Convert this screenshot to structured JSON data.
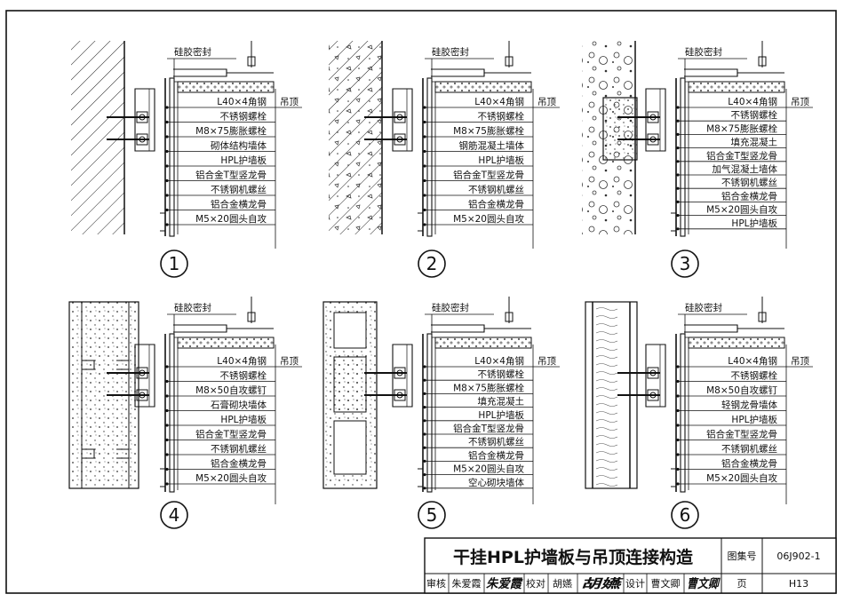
{
  "details": [
    {
      "number": "1",
      "sealant": "硅胶密封",
      "ceiling": "吊顶",
      "labels": [
        "L40×4角钢",
        "不锈钢螺栓",
        "M8×75膨胀螺栓",
        "砌体结构墙体",
        "HPL护墙板",
        "铝合金T型竖龙骨",
        "不锈钢机螺丝",
        "铝合金横龙骨",
        "M5×20圆头自攻"
      ]
    },
    {
      "number": "2",
      "sealant": "硅胶密封",
      "ceiling": "吊顶",
      "labels": [
        "L40×4角钢",
        "不锈钢螺栓",
        "M8×75膨胀螺栓",
        "钢筋混凝土墙体",
        "HPL护墙板",
        "铝合金T型竖龙骨",
        "不锈钢机螺丝",
        "铝合金横龙骨",
        "M5×20圆头自攻"
      ]
    },
    {
      "number": "3",
      "sealant": "硅胶密封",
      "ceiling": "吊顶",
      "labels": [
        "L40×4角钢",
        "不锈钢螺栓",
        "M8×75膨胀螺栓",
        "填充混凝土",
        "铝合金T型竖龙骨",
        "加气混凝土墙体",
        "不锈钢机螺丝",
        "铝合金横龙骨",
        "M5×20圆头自攻",
        "HPL护墙板"
      ]
    },
    {
      "number": "4",
      "sealant": "硅胶密封",
      "ceiling": "吊顶",
      "labels": [
        "L40×4角钢",
        "不锈钢螺栓",
        "M8×50自攻螺钉",
        "石膏砌块墙体",
        "HPL护墙板",
        "铝合金T型竖龙骨",
        "不锈钢机螺丝",
        "铝合金横龙骨",
        "M5×20圆头自攻"
      ]
    },
    {
      "number": "5",
      "sealant": "硅胶密封",
      "ceiling": "吊顶",
      "labels": [
        "L40×4角钢",
        "不锈钢螺栓",
        "M8×75膨胀螺栓",
        "填充混凝土",
        "HPL护墙板",
        "铝合金T型竖龙骨",
        "不锈钢机螺丝",
        "铝合金横龙骨",
        "M5×20圆头自攻",
        "空心砌块墙体"
      ]
    },
    {
      "number": "6",
      "sealant": "硅胶密封",
      "ceiling": "吊顶",
      "labels": [
        "L40×4角钢",
        "不锈钢螺栓",
        "M8×50自攻螺钉",
        "轻钢龙骨墙体",
        "HPL护墙板",
        "铝合金T型竖龙骨",
        "不锈钢机螺丝",
        "铝合金横龙骨",
        "M5×20圆头自攻"
      ]
    }
  ],
  "title_block": {
    "title": "干挂HPL护墙板与吊顶连接构造",
    "atlas_label": "图集号",
    "atlas_no": "06J902-1",
    "review_label": "审核",
    "reviewer": "朱爱霞",
    "reviewer_sig": "朱爱霞",
    "check_label": "校对",
    "checker": "胡嬿",
    "checker_sig": "胡嬿",
    "design_label": "设计",
    "designer": "曹文卿",
    "designer_sig": "曹文卿",
    "page_label": "页",
    "page_no": "H13"
  },
  "colors": {
    "ink": "#111111",
    "paper": "#ffffff"
  }
}
